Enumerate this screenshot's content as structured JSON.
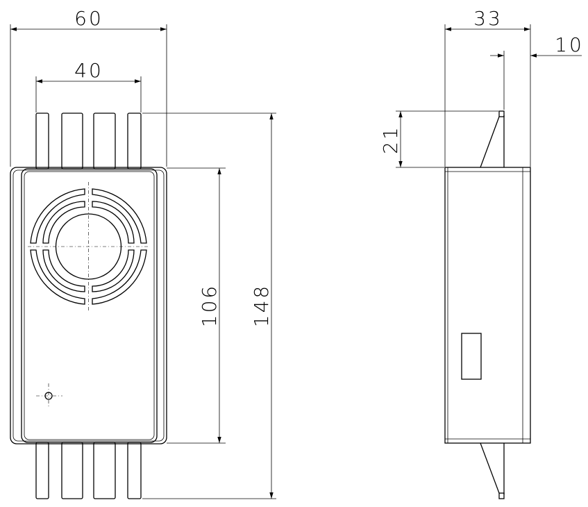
{
  "dimensions": {
    "front_width": "60",
    "leg_span": "40",
    "body_height": "106",
    "total_height": "148",
    "side_depth": "33",
    "leg_offset": "10",
    "leg_length": "21"
  }
}
